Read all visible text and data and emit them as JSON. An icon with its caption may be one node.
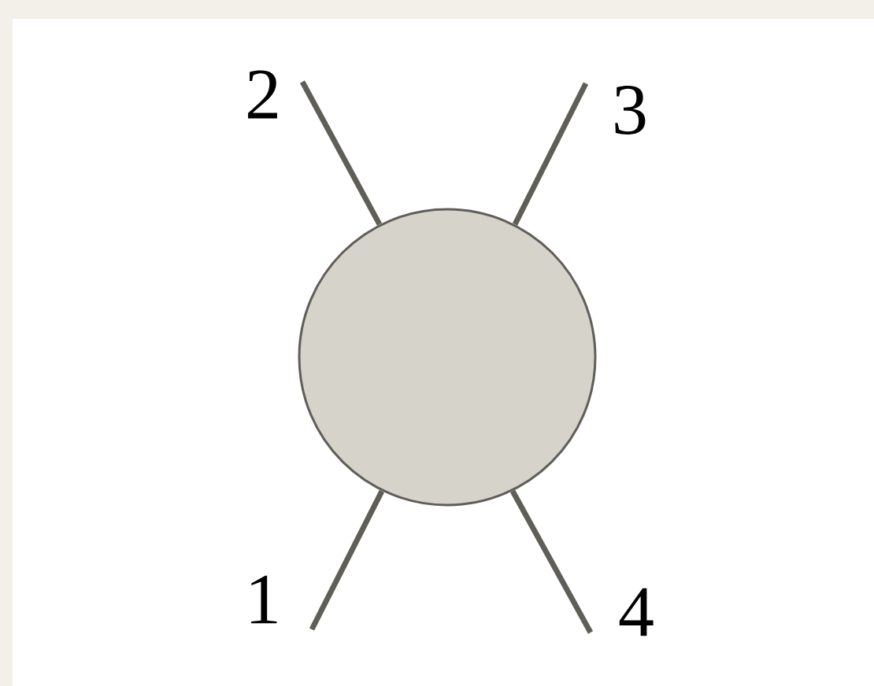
{
  "diagram": {
    "nodes": [
      {
        "text": [
          "2"
        ]
      },
      {
        "text": [
          "3"
        ]
      },
      {
        "text": [],
        "shape": "circle"
      },
      {
        "text": [
          "1"
        ]
      },
      {
        "text": [
          "4"
        ]
      }
    ],
    "edges": [
      {
        "from": 2,
        "to": 0,
        "arrow": "none"
      },
      {
        "from": 2,
        "to": 1,
        "arrow": "none"
      },
      {
        "from": 2,
        "to": 3,
        "arrow": "none"
      },
      {
        "from": 2,
        "to": 4,
        "arrow": "none"
      }
    ]
  }
}
